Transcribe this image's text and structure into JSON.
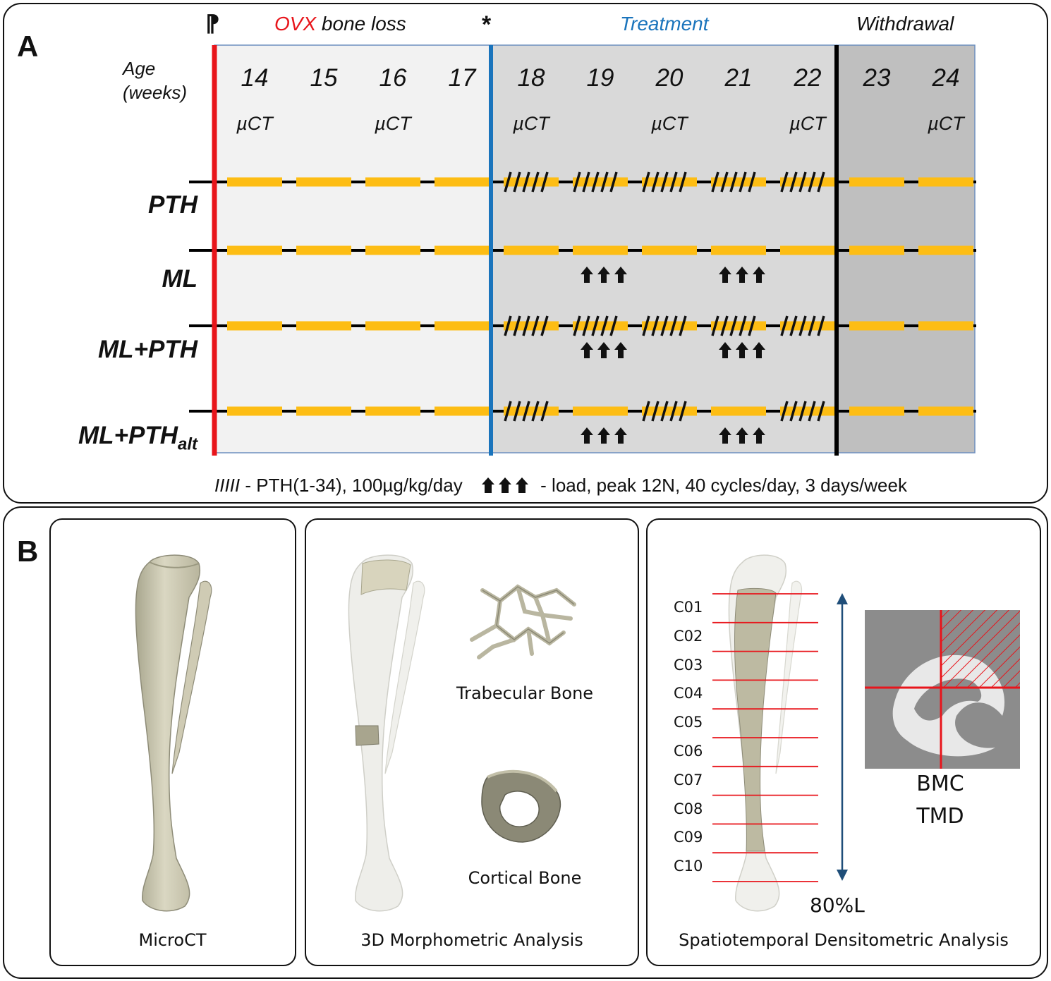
{
  "panel_a": {
    "label": "A",
    "phases": {
      "ovx_prefix": "OVX",
      "ovx_suffix": "bone loss",
      "treatment": "Treatment",
      "withdrawal": "Withdrawal",
      "asterisk": "*",
      "flag": "⁋"
    },
    "age_label_line1": "Age",
    "age_label_line2": "(weeks)",
    "weeks": [
      "14",
      "15",
      "16",
      "17",
      "18",
      "19",
      "20",
      "21",
      "22",
      "23",
      "24"
    ],
    "uct_label": "µCT",
    "uct_weeks": [
      "14",
      "16",
      "18",
      "20",
      "22",
      "24"
    ],
    "groups": [
      {
        "name": "PTH",
        "sub": "",
        "pth_weeks": [
          "18",
          "19",
          "20",
          "21",
          "22"
        ],
        "load_weeks": []
      },
      {
        "name": "ML",
        "sub": "",
        "pth_weeks": [],
        "load_weeks": [
          "19",
          "21"
        ]
      },
      {
        "name": "ML+PTH",
        "sub": "",
        "pth_weeks": [
          "18",
          "19",
          "20",
          "21",
          "22"
        ],
        "load_weeks": [
          "19",
          "21"
        ]
      },
      {
        "name": "ML+PTH",
        "sub": "alt",
        "pth_weeks": [
          "18",
          "20",
          "22"
        ],
        "load_weeks": [
          "19",
          "21"
        ]
      }
    ],
    "legend": {
      "pth_symbol": "IIIII",
      "pth_text": "- PTH(1-34), 100µg/kg/day",
      "load_text": "- load, peak 12N, 40 cycles/day, 3 days/week"
    },
    "colors": {
      "ovx_line": "#e8151b",
      "treatment_line": "#1a74bc",
      "withdrawal_line": "#000000",
      "bar": "#fdbd14",
      "ovx_bg": "#f2f2f2",
      "treatment_bg": "#d9d9d9",
      "withdrawal_bg": "#bfbfbf",
      "ovx_text": "#e8151b",
      "treatment_text": "#1a74bc"
    }
  },
  "panel_b": {
    "label": "B",
    "cards": [
      {
        "caption": "MicroCT"
      },
      {
        "caption": "3D Morphometric Analysis",
        "trabecular": "Trabecular Bone",
        "cortical": "Cortical Bone"
      },
      {
        "caption": "Spatiotemporal Densitometric Analysis",
        "sections": [
          "C01",
          "C02",
          "C03",
          "C04",
          "C05",
          "C06",
          "C07",
          "C08",
          "C09",
          "C10"
        ],
        "length_label": "80%L",
        "bmc": "BMC",
        "tmd": "TMD"
      }
    ],
    "colors": {
      "bone": "#d6d3bd",
      "section_line": "#e8151b",
      "arrow": "#1f4e79"
    }
  }
}
